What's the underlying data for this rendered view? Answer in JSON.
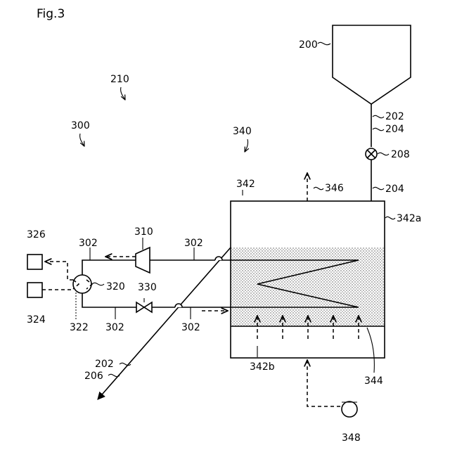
{
  "figure": {
    "title": "Fig.3"
  },
  "labels": {
    "hopper": "200",
    "system": "210",
    "apparatus": "300",
    "reactor": "340",
    "line_202_top": "202",
    "line_204_top": "204",
    "valve_208": "208",
    "line_204_mid": "204",
    "vessel_342": "342",
    "exhaust_346": "346",
    "wall_342a": "342a",
    "line_302_left_top": "302",
    "compressor_310": "310",
    "line_302_right_top": "302",
    "heat_exchanger_320": "320",
    "valve_330": "330",
    "box_326": "326",
    "box_324": "324",
    "part_322": "322",
    "line_302_left_bottom": "302",
    "line_302_right_bottom": "302",
    "line_202_bottom": "202",
    "line_206": "206",
    "chamber_342b": "342b",
    "plate_344": "344",
    "blower_348": "348"
  }
}
